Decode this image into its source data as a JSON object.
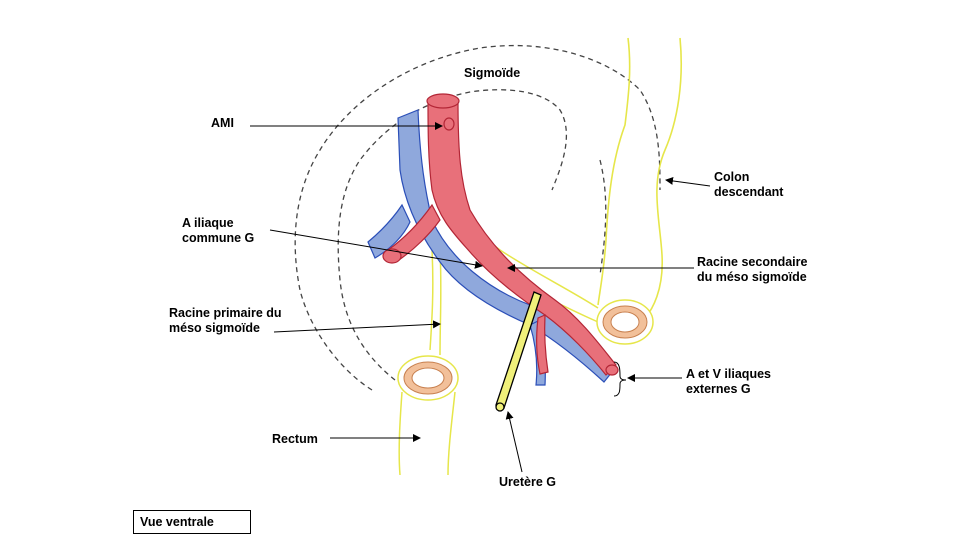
{
  "diagram": {
    "labels": {
      "sigmoide": "Sigmoïde",
      "ami": "AMI",
      "colon_descendant": "Colon\ndescendant",
      "a_iliaque_commune": "A iliaque\ncommune G",
      "racine_secondaire": "Racine secondaire\ndu méso sigmoïde",
      "racine_primaire": "Racine primaire du\nméso sigmoïde",
      "a_v_iliaques_externes": "A et V iliaques\nexternes G",
      "rectum": "Rectum",
      "uretere": "Uretère G"
    },
    "view_label": "Vue ventrale",
    "colors": {
      "artery": "#e8707a",
      "artery_stroke": "#b32636",
      "vein": "#8fa8dc",
      "vein_stroke": "#2b4fb8",
      "colon_outline": "#e6e64a",
      "ureter_fill": "#f0f07a",
      "mesentery_dash": "#444444",
      "colon_section": "#f2c09a"
    }
  }
}
